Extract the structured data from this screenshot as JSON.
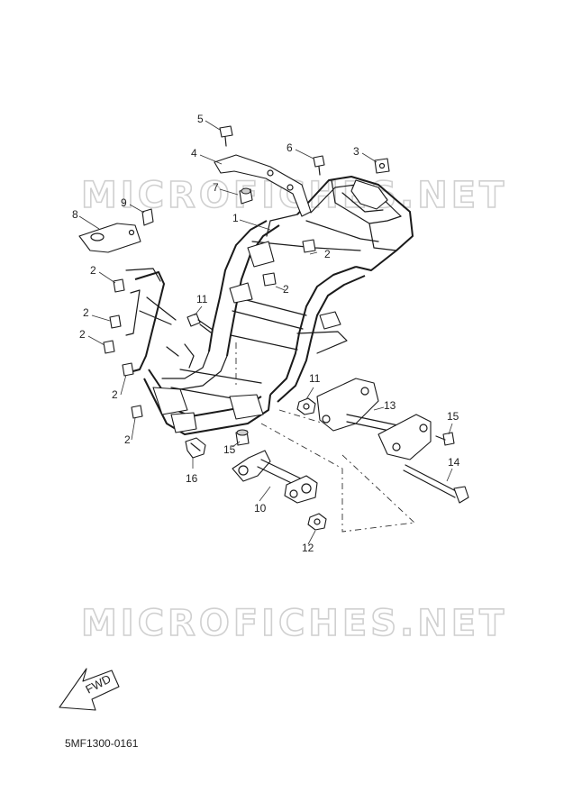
{
  "watermark": "MICROFICHES.NET",
  "figure_code": "5MF1300-0161",
  "fwd_label": "FWD",
  "callouts": [
    {
      "id": "c-1",
      "label": "1"
    },
    {
      "id": "c-2a",
      "label": "2"
    },
    {
      "id": "c-2b",
      "label": "2"
    },
    {
      "id": "c-2c",
      "label": "2"
    },
    {
      "id": "c-2d",
      "label": "2"
    },
    {
      "id": "c-2e",
      "label": "2"
    },
    {
      "id": "c-2f",
      "label": "2"
    },
    {
      "id": "c-2g",
      "label": "2"
    },
    {
      "id": "c-2h",
      "label": "2"
    },
    {
      "id": "c-3",
      "label": "3"
    },
    {
      "id": "c-4",
      "label": "4"
    },
    {
      "id": "c-5a",
      "label": "5"
    },
    {
      "id": "c-5b",
      "label": "5"
    },
    {
      "id": "c-6",
      "label": "6"
    },
    {
      "id": "c-7",
      "label": "7"
    },
    {
      "id": "c-8",
      "label": "8"
    },
    {
      "id": "c-9",
      "label": "9"
    },
    {
      "id": "c-10",
      "label": "10"
    },
    {
      "id": "c-11a",
      "label": "11"
    },
    {
      "id": "c-11b",
      "label": "11"
    },
    {
      "id": "c-12",
      "label": "12"
    },
    {
      "id": "c-13",
      "label": "13"
    },
    {
      "id": "c-14",
      "label": "14"
    },
    {
      "id": "c-15",
      "label": "15"
    },
    {
      "id": "c-16",
      "label": "16"
    }
  ]
}
